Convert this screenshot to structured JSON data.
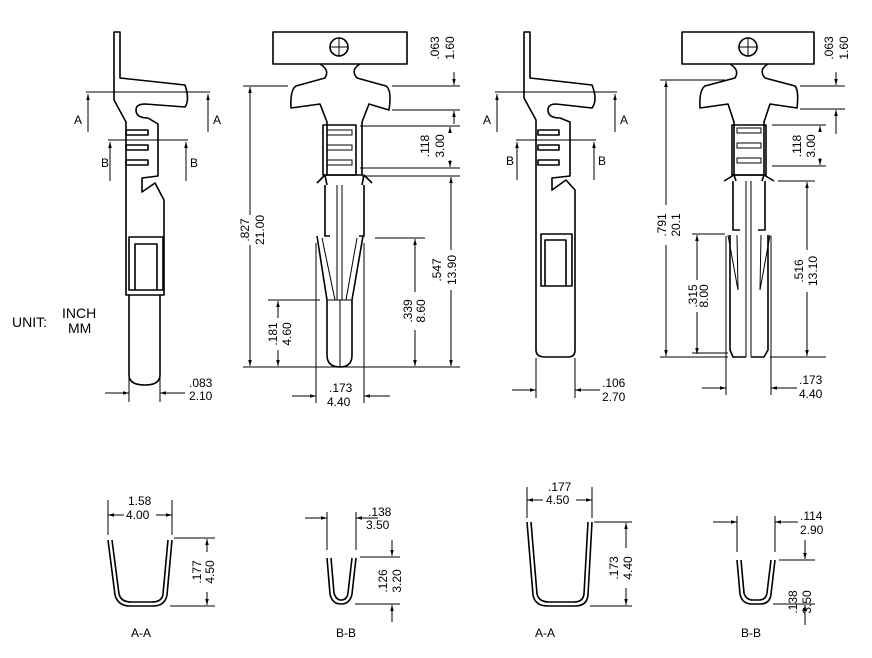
{
  "unit": {
    "label": "UNIT:",
    "primary": "INCH",
    "secondary": "MM"
  },
  "section_marks": {
    "a": "A",
    "b": "B"
  },
  "view1": {
    "width_in": ".083",
    "width_mm": "2.10"
  },
  "view2": {
    "tab_in": ".063",
    "tab_mm": "1.60",
    "overall_in": ".827",
    "overall_mm": "21.00",
    "barrel_in": ".118",
    "barrel_mm": "3.00",
    "body_in": ".547",
    "body_mm": "13.90",
    "slot_in": ".339",
    "slot_mm": "8.60",
    "tip_in": ".181",
    "tip_mm": "4.60",
    "width_in": ".173",
    "width_mm": "4.40"
  },
  "view3": {
    "width_in": ".106",
    "width_mm": "2.70"
  },
  "view4": {
    "tab_in": ".063",
    "tab_mm": "1.60",
    "barrel_in": ".118",
    "barrel_mm": "3.00",
    "overall_in": ".791",
    "overall_mm": "20.1",
    "body_in": ".516",
    "body_mm": "13.10",
    "slot_in": ".315",
    "slot_mm": "8.00",
    "width_in": ".173",
    "width_mm": "4.40"
  },
  "sections": [
    {
      "label": "A-A",
      "width_a": "1.58",
      "width_b": "4.00",
      "height_in": ".177",
      "height_mm": "4.50"
    },
    {
      "label": "B-B",
      "width_in": ".138",
      "width_mm": "3.50",
      "height_in": ".126",
      "height_mm": "3.20"
    },
    {
      "label": "A-A",
      "width_in": ".177",
      "width_mm": "4.50",
      "height_in": ".173",
      "height_mm": "4.40"
    },
    {
      "label": "B-B",
      "width_in": ".114",
      "width_mm": "2.90",
      "height_in": ".138",
      "height_mm": "3.50"
    }
  ]
}
